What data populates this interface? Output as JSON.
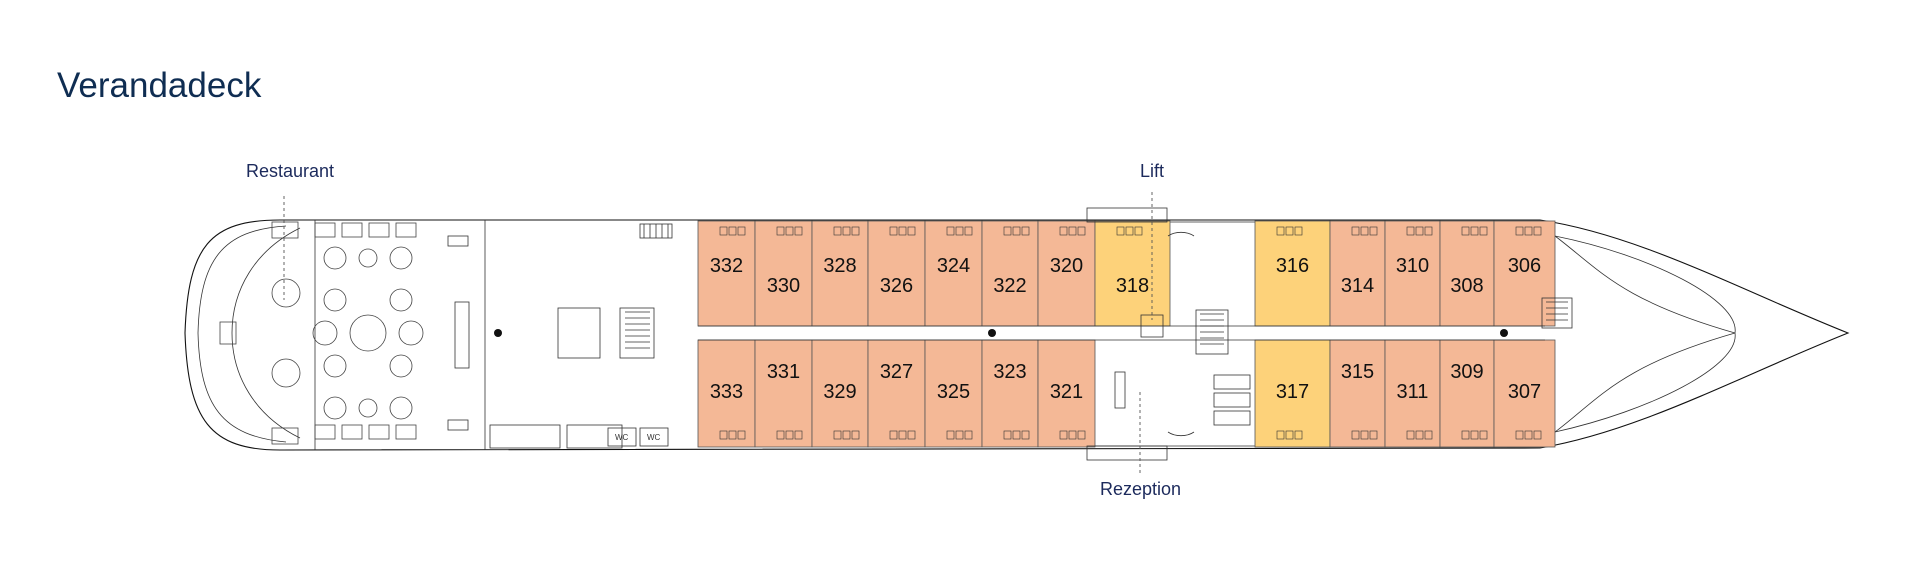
{
  "deck": {
    "title": "Verandadeck"
  },
  "labels": {
    "restaurant": "Restaurant",
    "lift": "Lift",
    "rezeption": "Rezeption",
    "wc_1": "WC",
    "wc_2": "WC"
  },
  "colors": {
    "cabin_standard": "#f4b896",
    "cabin_highlight": "#fdd27a",
    "title": "#0f2d52",
    "label": "#1c2a5c"
  },
  "cabins_top": [
    {
      "num": "332",
      "type": "standard"
    },
    {
      "num": "330",
      "type": "standard"
    },
    {
      "num": "328",
      "type": "standard"
    },
    {
      "num": "326",
      "type": "standard"
    },
    {
      "num": "324",
      "type": "standard"
    },
    {
      "num": "322",
      "type": "standard"
    },
    {
      "num": "320",
      "type": "standard"
    },
    {
      "num": "318",
      "type": "highlight"
    },
    {
      "num": "316",
      "type": "highlight"
    },
    {
      "num": "314",
      "type": "standard"
    },
    {
      "num": "310",
      "type": "standard"
    },
    {
      "num": "308",
      "type": "standard"
    },
    {
      "num": "306",
      "type": "standard"
    }
  ],
  "cabins_bottom": [
    {
      "num": "333",
      "type": "standard"
    },
    {
      "num": "331",
      "type": "standard"
    },
    {
      "num": "329",
      "type": "standard"
    },
    {
      "num": "327",
      "type": "standard"
    },
    {
      "num": "325",
      "type": "standard"
    },
    {
      "num": "323",
      "type": "standard"
    },
    {
      "num": "321",
      "type": "standard"
    },
    {
      "num": "317",
      "type": "highlight"
    },
    {
      "num": "315",
      "type": "standard"
    },
    {
      "num": "311",
      "type": "standard"
    },
    {
      "num": "309",
      "type": "standard"
    },
    {
      "num": "307",
      "type": "standard"
    }
  ]
}
